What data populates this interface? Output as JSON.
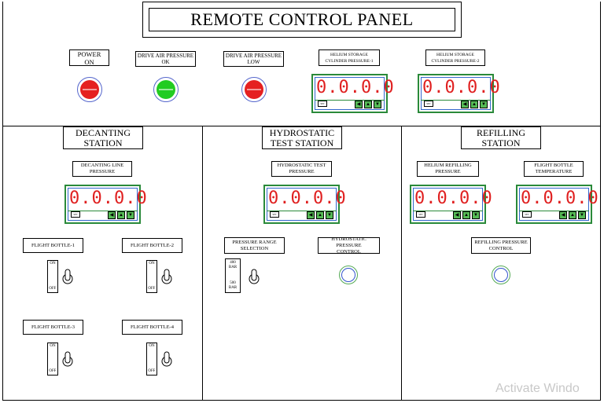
{
  "title": "REMOTE CONTROL PANEL",
  "top": {
    "power_on": "POWER\nON",
    "drive_air_ok": "DRIVE AIR PRESSURE\nOK",
    "drive_air_low": "DRIVE AIR PRESSURE\nLOW",
    "helium_1": "HELIUM STORAGE\nCYLINDER PRESSURE-1",
    "helium_2": "HELIUM STORAGE\nCYLINDER PRESSURE-2",
    "lamp_colors": {
      "power_on": "#e52020",
      "drive_air_ok": "#22cc22",
      "drive_air_low": "#e52020"
    }
  },
  "meter": {
    "digits": "0.0.0.0",
    "set_label": "SET",
    "key_left": "◀",
    "key_up": "▲",
    "key_down": "▼",
    "display_color": "#e02020",
    "frame_color": "#2a8a3a"
  },
  "decanting": {
    "title": "DECANTING\nSTATION",
    "line_pressure": "DECANTING LINE\nPRESSURE",
    "bottle_1": "FLIGHT BOTTLE-1",
    "bottle_2": "FLIGHT BOTTLE-2",
    "bottle_3": "FLIGHT BOTTLE-3",
    "bottle_4": "FLIGHT BOTTLE-4",
    "switch_on": "ON",
    "switch_off": "OFF"
  },
  "hydrostatic": {
    "title": "HYDROSTATIC\nTEST STATION",
    "test_pressure": "HYDROSTATIC TEST\nPRESSURE",
    "range_selection": "PRESSURE RANGE\nSELECTION",
    "range_400": "400\nBAR",
    "range_500": "500\nBAR",
    "pressure_control": "HYDROSTATIC PRESSURE\nCONTROL"
  },
  "refilling": {
    "title": "REFILLING\nSTATION",
    "helium_refilling": "HELIUM REFILLING\nPRESSURE",
    "bottle_temperature": "FLIGHT BOTTLE\nTEMPERATURE",
    "pressure_control": "REFILLING  PRESSURE\nCONTROL"
  },
  "watermark": "Activate Windo"
}
